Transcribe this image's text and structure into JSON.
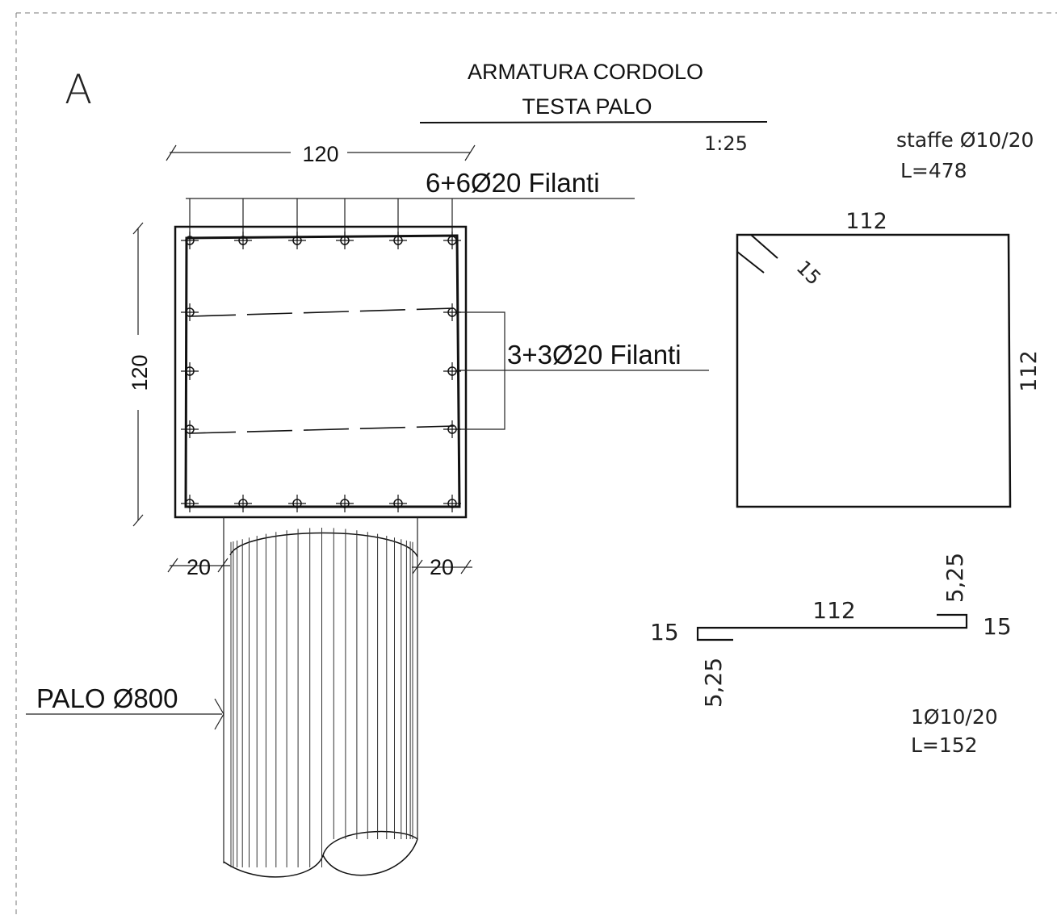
{
  "section": {
    "letter": "A",
    "title_line1": "ARMATURA CORDOLO",
    "title_line2": "TESTA PALO",
    "scale": "1:25"
  },
  "section_view": {
    "width_dim": "120",
    "height_dim": "120",
    "top_bars_label": "6+6Ø20 Filanti",
    "side_bars_label": "3+3Ø20 Filanti",
    "left_cover_dim": "20",
    "right_cover_dim": "20",
    "pile_label": "PALO Ø800"
  },
  "stirrup": {
    "label": "staffe Ø10/20",
    "length": "L=478",
    "side_top": "112",
    "side_right": "112",
    "hook": "15"
  },
  "tie_bar": {
    "left_hook": "15",
    "left_leg": "5,25",
    "length_dim": "112",
    "right_leg": "5,25",
    "right_hook": "15",
    "label": "1Ø10/20",
    "length": "L=152"
  }
}
